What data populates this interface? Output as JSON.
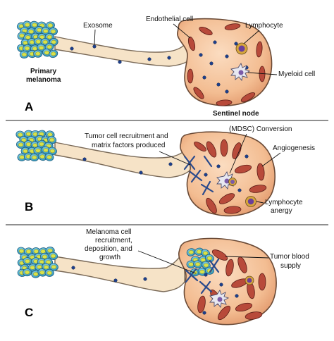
{
  "panels": [
    {
      "letter": "A",
      "labels": {
        "exosome": "Exosome",
        "endothelial": "Endothelial cell",
        "lymphocyte": "Lymphocyte",
        "primary_1": "Primary",
        "primary_2": "melanoma",
        "myeloid": "Myeloid cell",
        "sentinel": "Sentinel node"
      }
    },
    {
      "letter": "B",
      "labels": {
        "recruit_1": "Tumor cell recruitment and",
        "recruit_2": "matrix factors produced",
        "mdsc": "(MDSC) Conversion",
        "angio": "Angiogenesis",
        "anergy_1": "Lymphocyte",
        "anergy_2": "anergy"
      }
    },
    {
      "letter": "C",
      "labels": {
        "mel_1": "Melanoma cell",
        "mel_2": "recruitment,",
        "mel_3": "deposition, and",
        "mel_4": "growth",
        "blood_1": "Tumor blood",
        "blood_2": "supply"
      }
    }
  ],
  "colors": {
    "node_fill": "#f7c9a4",
    "tube_fill": "#f6e3c7",
    "endothelial": "#b84a3a",
    "exosome": "#1d3f8c",
    "melanoma_cell": "#3aa9c9",
    "melanoma_nucleus": "#d8e24a",
    "lymphocyte": "#d6a63c"
  },
  "icons": [
    "melanoma-cell-cluster",
    "lymphatic-vessel",
    "lymph-node",
    "exosome",
    "endothelial-cell",
    "lymphocyte",
    "myeloid-cell",
    "extracellular-matrix"
  ]
}
